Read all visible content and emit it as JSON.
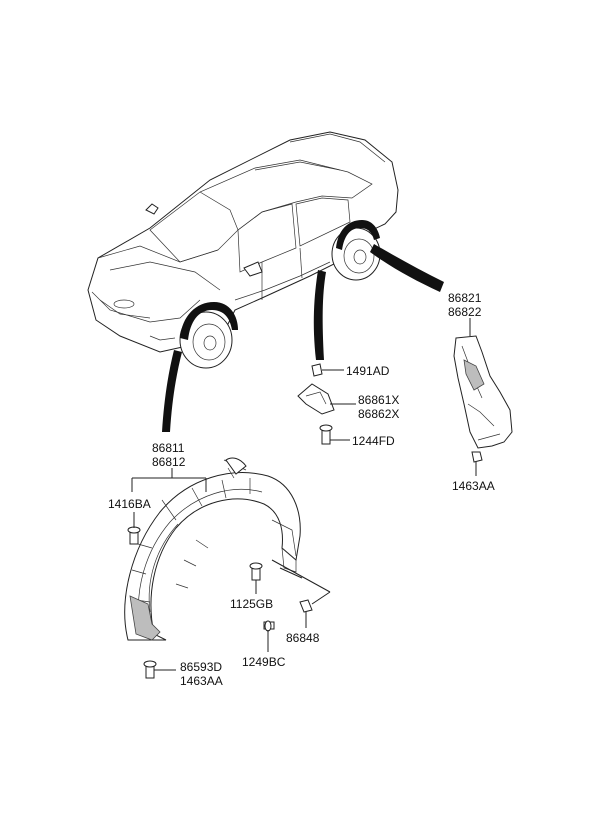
{
  "labels": {
    "front_fender_liner": [
      "86811",
      "86812"
    ],
    "rear_fender_liner": [
      "86821",
      "86822"
    ],
    "nut_rear": "1463AA",
    "clip_top": "1491AD",
    "bracket": [
      "86861X",
      "86862X"
    ],
    "bolt_bracket": "1244FD",
    "screw_front_left": "1416BA",
    "screw_1125": "1125GB",
    "clip_86848": "86848",
    "screw_1249": "1249BC",
    "bottom_pair": [
      "86593D",
      "1463AA"
    ]
  }
}
